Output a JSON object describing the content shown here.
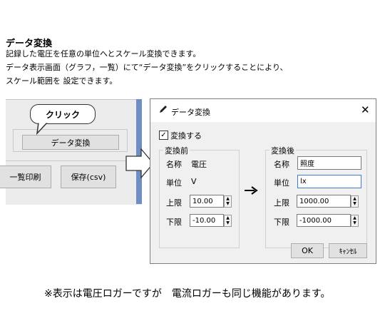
{
  "heading": "データ変換",
  "description": [
    "記録した電圧を任意の単位へとスケール変換できます。",
    "データ表示画面（グラフ，一覧）にて“データ変換”をクリックすることにより、",
    "スケール範囲を 設定できます。"
  ],
  "left_panel": {
    "callout": "クリック",
    "convert_button": "データ変換",
    "print_list_button": "一覧印刷",
    "save_button": "保存(csv)"
  },
  "dialog": {
    "title": "データ変換",
    "close": "✕",
    "convert_checkbox": {
      "label": "変換する",
      "checked": true
    },
    "before": {
      "group_label": "変換前",
      "name_label": "名称",
      "name_value": "電圧",
      "unit_label": "単位",
      "unit_value": "V",
      "upper_label": "上限",
      "upper_value": "10.00",
      "lower_label": "下限",
      "lower_value": "-10.00"
    },
    "after": {
      "group_label": "変換後",
      "name_label": "名称",
      "name_value": "照度",
      "unit_label": "単位",
      "unit_value": "lx",
      "upper_label": "上限",
      "upper_value": "1000.00",
      "lower_label": "下限",
      "lower_value": "-1000.00"
    },
    "ok_button": "OK",
    "cancel_button": "ｷｬﾝｾﾙ"
  },
  "footer_note": "※表示は電圧ロガーですが　電流ロガーも同じ機能があります。",
  "colors": {
    "accent": "#3d7bd6",
    "panel_edge": "#6f8ec4"
  }
}
